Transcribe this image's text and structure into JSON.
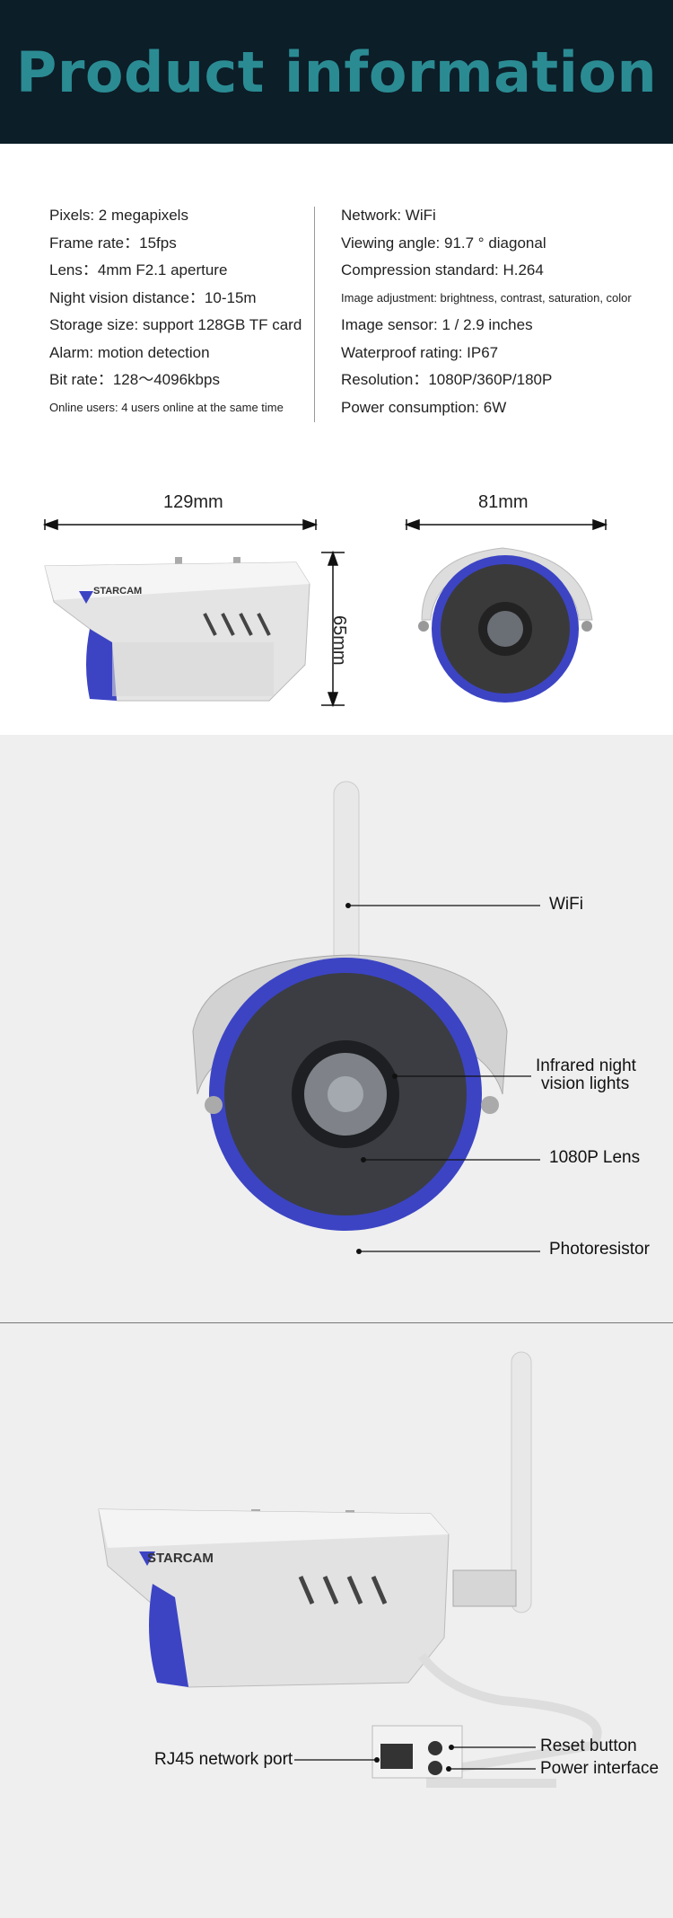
{
  "header": {
    "title": "Product information"
  },
  "specs": {
    "left": [
      "Pixels: 2 megapixels",
      "Frame rate：15fps",
      "Lens：4mm  F2.1 aperture",
      "Night vision distance：10-15m",
      "Storage size: support 128GB TF card",
      "Alarm: motion detection",
      "Bit rate：128～4096kbps",
      "Online users: 4 users online at the same time"
    ],
    "right": [
      "Network: WiFi",
      "Viewing angle: 91.7 ° diagonal",
      "Compression standard: H.264",
      "Image adjustment: brightness, contrast, saturation, color",
      "Image sensor: 1 / 2.9 inches",
      "Waterproof rating: IP67",
      "Resolution：1080P/360P/180P",
      "Power consumption: 6W"
    ]
  },
  "dimensions": {
    "length": "129mm",
    "height": "65mm",
    "width": "81mm"
  },
  "brand": {
    "logo_text": "STARCAM"
  },
  "front_callouts": {
    "wifi": "WiFi",
    "infrared_line1": "Infrared night",
    "infrared_line2": "vision lights",
    "lens": "1080P Lens",
    "photoresistor": "Photoresistor"
  },
  "side_callouts": {
    "rj45": "RJ45 network port",
    "reset": "Reset button",
    "power": "Power interface"
  },
  "colors": {
    "header_bg": "#0c1e28",
    "title": "#2b8b93",
    "accent_blue": "#3c44c4",
    "panel_bg": "#efefef"
  }
}
